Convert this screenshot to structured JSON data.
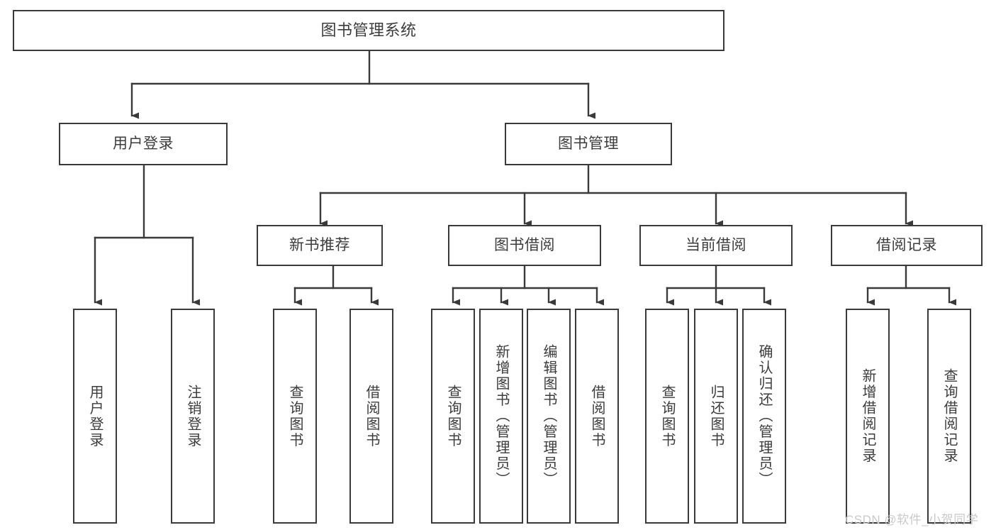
{
  "diagram": {
    "title": "图书管理系统",
    "type": "hierarchy-tree",
    "colors": {
      "box_border": "#3a3a3a",
      "box_fill": "#ffffff",
      "connector": "#3a3a3a",
      "text": "#3c3c3c",
      "watermark": "#c9c9c9",
      "background": "#ffffff"
    },
    "nodes": {
      "root": "图书管理系统",
      "user_login": "用户登录",
      "book_manage": "图书管理",
      "new_book_rec": "新书推荐",
      "book_borrow": "图书借阅",
      "current_borrow": "当前借阅",
      "borrow_record": "借阅记录",
      "leaf_user_login": "用户登录",
      "leaf_user_logout": "注销登录",
      "leaf_rec_query": "查询图书",
      "leaf_rec_borrow": "借阅图书",
      "leaf_borrow_query": "查询图书",
      "leaf_borrow_add": "新增图书（管理员）",
      "leaf_borrow_edit": "编辑图书（管理员）",
      "leaf_borrow_lend": "借阅图书",
      "leaf_cur_query": "查询图书",
      "leaf_cur_return": "归还图书",
      "leaf_cur_confirm": "确认归还（管理员）",
      "leaf_rec_add": "新增借阅记录",
      "leaf_rec_search": "查询借阅记录"
    },
    "edges": [
      {
        "from": "root",
        "to": "user_login"
      },
      {
        "from": "root",
        "to": "book_manage"
      },
      {
        "from": "user_login",
        "to": "leaf_user_login"
      },
      {
        "from": "user_login",
        "to": "leaf_user_logout"
      },
      {
        "from": "book_manage",
        "to": "new_book_rec"
      },
      {
        "from": "book_manage",
        "to": "book_borrow"
      },
      {
        "from": "book_manage",
        "to": "current_borrow"
      },
      {
        "from": "book_manage",
        "to": "borrow_record"
      },
      {
        "from": "new_book_rec",
        "to": "leaf_rec_query"
      },
      {
        "from": "new_book_rec",
        "to": "leaf_rec_borrow"
      },
      {
        "from": "book_borrow",
        "to": "leaf_borrow_query"
      },
      {
        "from": "book_borrow",
        "to": "leaf_borrow_add"
      },
      {
        "from": "book_borrow",
        "to": "leaf_borrow_edit"
      },
      {
        "from": "book_borrow",
        "to": "leaf_borrow_lend"
      },
      {
        "from": "current_borrow",
        "to": "leaf_cur_query"
      },
      {
        "from": "current_borrow",
        "to": "leaf_cur_return"
      },
      {
        "from": "current_borrow",
        "to": "leaf_cur_confirm"
      },
      {
        "from": "borrow_record",
        "to": "leaf_rec_add"
      },
      {
        "from": "borrow_record",
        "to": "leaf_rec_search"
      }
    ]
  },
  "watermark": {
    "text": "CSDN @软件_小贺同学"
  }
}
